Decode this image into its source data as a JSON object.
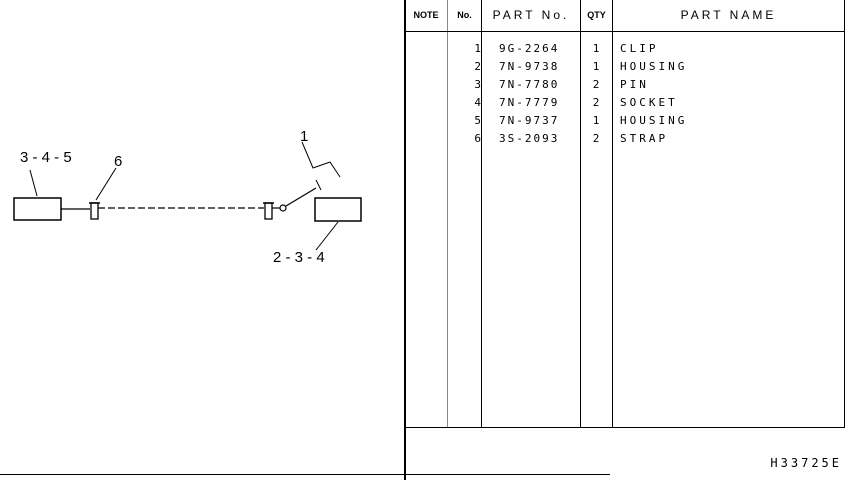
{
  "diagram": {
    "callouts": {
      "left_box": "3 - 4 - 5",
      "strap": "6",
      "clip": "1",
      "right_box": "2 - 3 - 4"
    }
  },
  "table": {
    "headers": {
      "note": "NOTE",
      "no": "No.",
      "part_no": "PART  No.",
      "qty": "QTY",
      "part_name": "PART  NAME"
    },
    "rows": [
      {
        "no": "1",
        "part_no": "9G-2264",
        "qty": "1",
        "name": "CLIP"
      },
      {
        "no": "2",
        "part_no": "7N-9738",
        "qty": "1",
        "name": "HOUSING"
      },
      {
        "no": "3",
        "part_no": "7N-7780",
        "qty": "2",
        "name": "PIN"
      },
      {
        "no": "4",
        "part_no": "7N-7779",
        "qty": "2",
        "name": "SOCKET"
      },
      {
        "no": "5",
        "part_no": "7N-9737",
        "qty": "1",
        "name": "HOUSING"
      },
      {
        "no": "6",
        "part_no": "3S-2093",
        "qty": "2",
        "name": "STRAP"
      }
    ]
  },
  "footer": {
    "reference": "H33725E"
  }
}
